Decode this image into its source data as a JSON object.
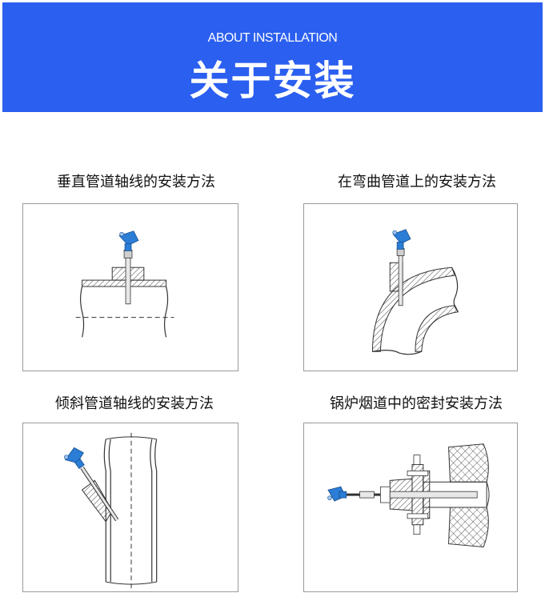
{
  "banner": {
    "subtitle": "ABOUT INSTALLATION",
    "title": "关于安装",
    "color": "#2b5ff0"
  },
  "sections": [
    {
      "caption": "垂直管道轴线的安装方法",
      "figure": "vertical-pipe-installation"
    },
    {
      "caption": "在弯曲管道上的安装方法",
      "figure": "curved-pipe-installation"
    },
    {
      "caption": "倾斜管道轴线的安装方法",
      "figure": "inclined-pipe-installation"
    },
    {
      "caption": "锅炉烟道中的密封安装方法",
      "figure": "boiler-flue-sealed-installation"
    }
  ],
  "sensor_head_color": "#2b7dd6"
}
